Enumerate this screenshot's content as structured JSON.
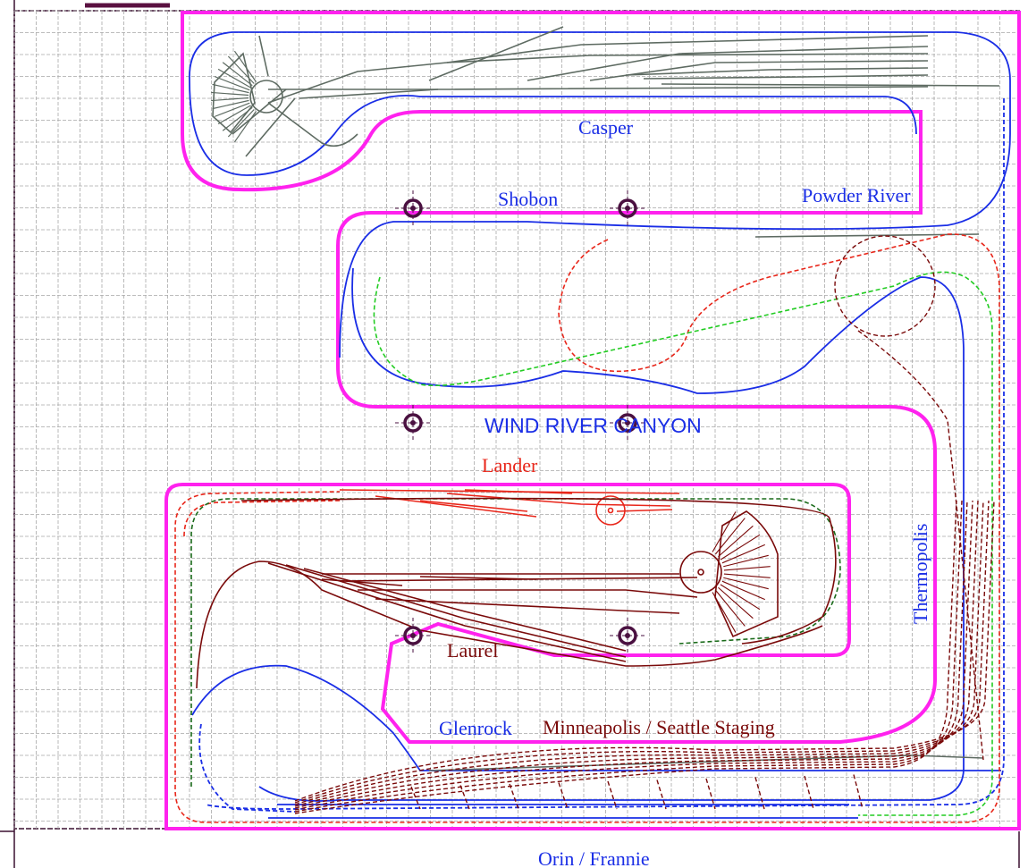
{
  "title": "",
  "labels": {
    "casper": "Casper",
    "shobon": "Shobon",
    "powder_river": "Powder River",
    "wind_river_canyon": "WIND RIVER CANYON",
    "lander": "Lander",
    "thermopolis": "Thermopolis",
    "laurel": "Laurel",
    "glenrock": "Glenrock",
    "staging": "Minneapolis / Seattle Staging",
    "orin_frannie": "Orin / Frannie"
  },
  "colors": {
    "grid": "#a8a8a8",
    "fascia": "#ff22ee",
    "blue_main": "#1a2ee6",
    "gray_yard": "#5e6b62",
    "red_branch": "#e8261a",
    "maroon_staging": "#7a0a0a",
    "green_line": "#22cc22",
    "dark_green": "#1a6b1a",
    "column": "#4a1040",
    "border": "#3a1030"
  },
  "icons": {
    "support_column": "crosshair-column-icon",
    "turntable": "turntable-icon"
  }
}
